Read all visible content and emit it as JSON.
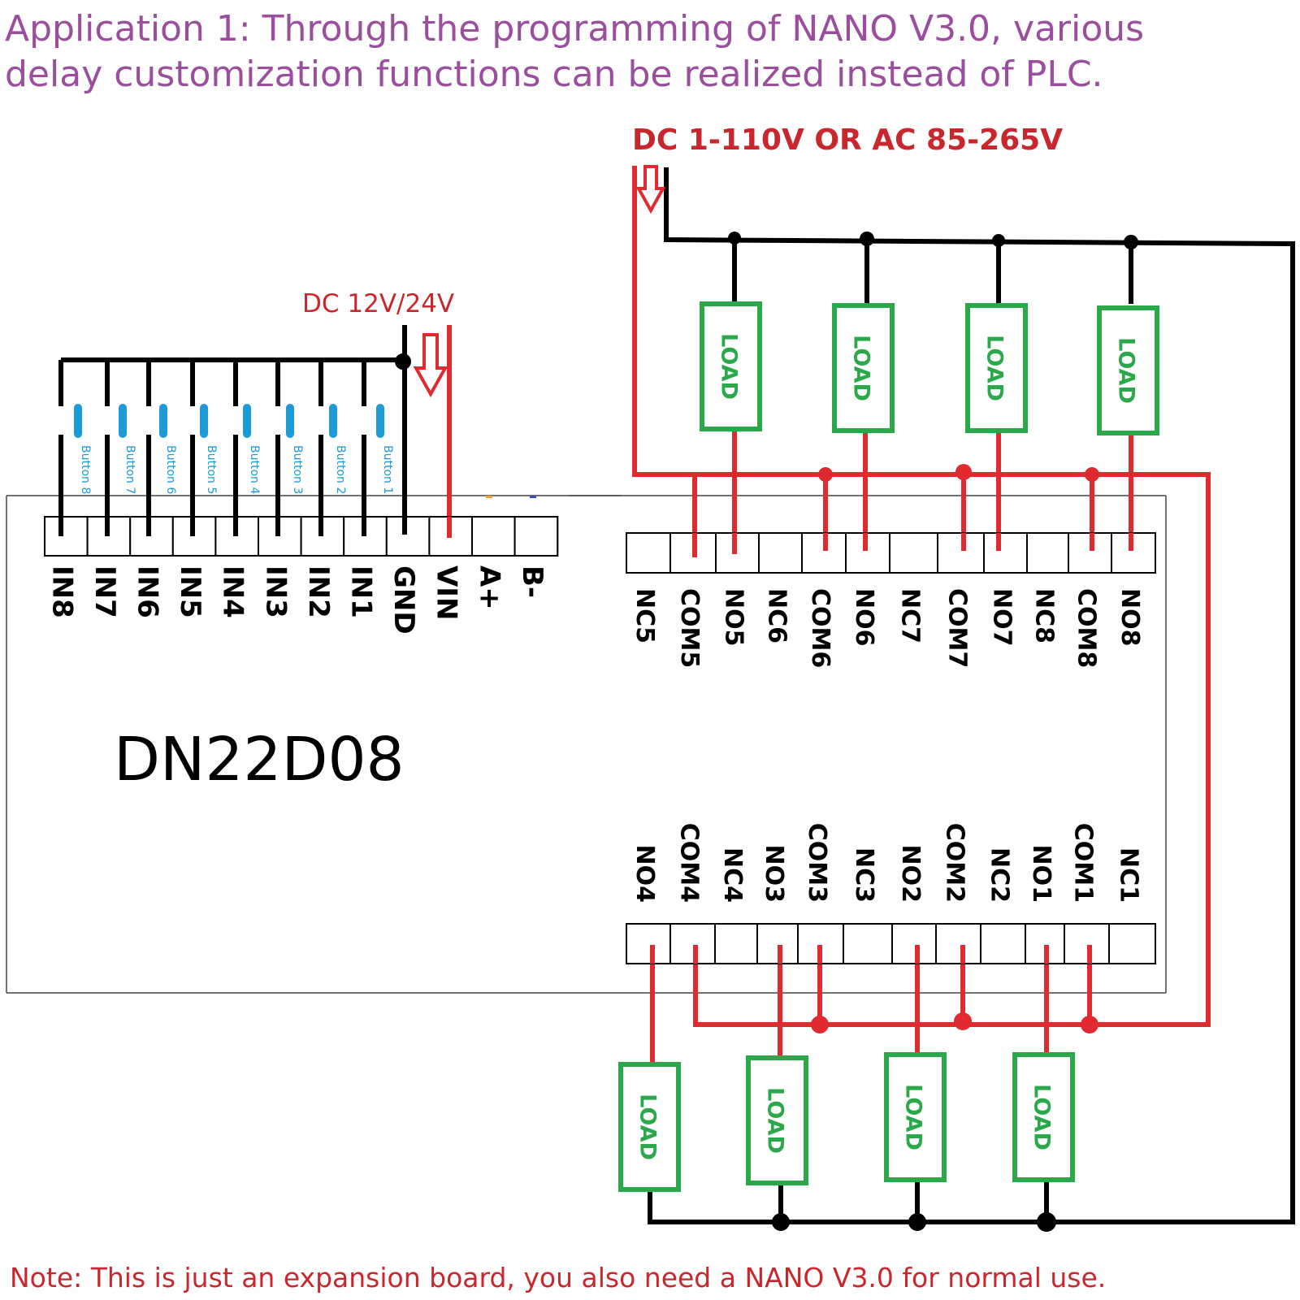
{
  "title": {
    "line1": "Application 1: Through the programming of NANO V3.0, various",
    "line2": "delay customization functions can be realized instead of PLC."
  },
  "supply": {
    "load_supply": "DC 1-110V OR AC 85-265V",
    "board_supply": "DC 12V/24V"
  },
  "board": {
    "model": "DN22D08",
    "input_terminals": [
      "IN8",
      "IN7",
      "IN6",
      "IN5",
      "IN4",
      "IN3",
      "IN2",
      "IN1",
      "GND",
      "VIN",
      "A+",
      "B-"
    ],
    "buttons": [
      "Button 8",
      "Button 7",
      "Button 6",
      "Button 5",
      "Button 4",
      "Button 3",
      "Button 2",
      "Button 1"
    ],
    "relay_terminals_top": [
      "NC5",
      "COM5",
      "NO5",
      "NC6",
      "COM6",
      "NO6",
      "NC7",
      "COM7",
      "NO7",
      "NC8",
      "COM8",
      "NO8"
    ],
    "relay_terminals_bottom": [
      "NO4",
      "COM4",
      "NC4",
      "NO3",
      "COM3",
      "NC3",
      "NO2",
      "COM2",
      "NC2",
      "NO1",
      "COM1",
      "NC1"
    ]
  },
  "load_label": "LOAD",
  "note": "Note: This is just an expansion board, you also need a NANO V3.0 for normal use.",
  "colors": {
    "title": "#9b4d9e",
    "supply_text": "#c8282d",
    "red_wire": "#e02a2f",
    "load": "#2aa84a",
    "button": "#1c9bd7",
    "note": "#c8282d"
  }
}
